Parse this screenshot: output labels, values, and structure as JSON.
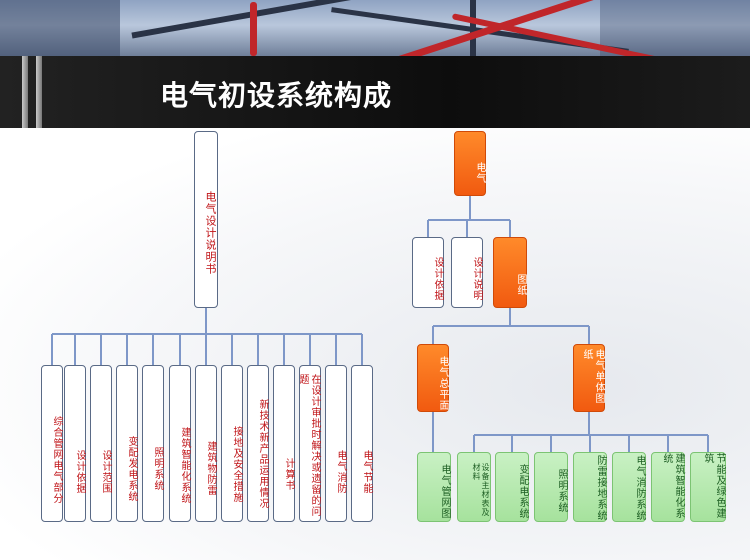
{
  "title": "电气初设系统构成",
  "left_tree": {
    "root": "电气设计说明书",
    "children": [
      "综合管网电气部分",
      "设计依据",
      "设计范围",
      "变配发电系统",
      "照明系统",
      "建筑智能化系统",
      "建筑物防雷",
      "接地及安全措施",
      "新技术新产品运用情况",
      "计算书",
      "在设计审批时解决或遗留的问题",
      "电气消防",
      "电气节能"
    ]
  },
  "right_tree": {
    "root": "电气",
    "level1": [
      "设计依据",
      "设计说明",
      "图纸"
    ],
    "level2": [
      "电气总平面",
      "电气单体图纸"
    ],
    "level3_left": [
      "电气管网图"
    ],
    "level3_right": [
      "设备主材表及材料",
      "变配电系统",
      "照明系统",
      "防雷接地系统",
      "电气消防系统",
      "建筑智能化系统",
      "节能及绿色建筑"
    ]
  },
  "colors": {
    "orange": "#f15a10",
    "green": "#a6e29d",
    "line": "#7e97c8",
    "text_red": "#c01418"
  }
}
